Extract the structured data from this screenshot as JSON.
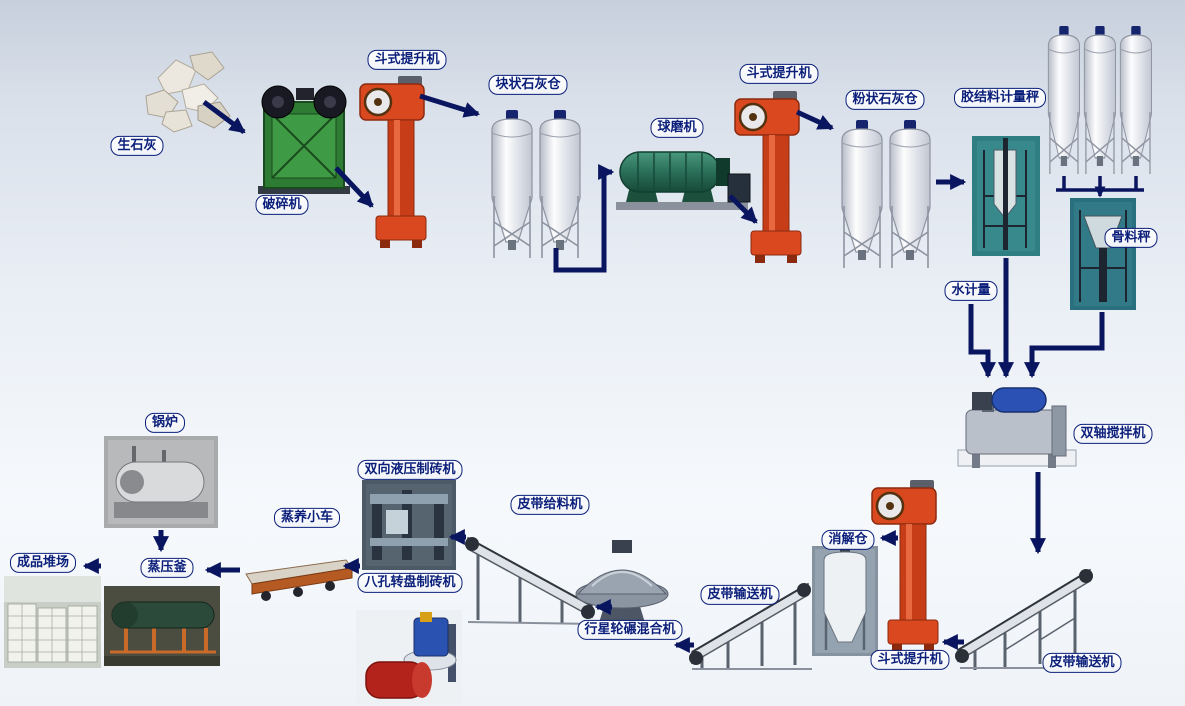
{
  "diagram": {
    "type": "process-flow",
    "language": "zh-CN"
  },
  "nodes": [
    {
      "id": "quicklime",
      "label": "生石灰"
    },
    {
      "id": "jaw-crusher",
      "label": "破碎机"
    },
    {
      "id": "bucket-elevator-1",
      "label": "斗式提升机"
    },
    {
      "id": "lump-lime-silo",
      "label": "块状石灰仓"
    },
    {
      "id": "ball-mill",
      "label": "球磨机"
    },
    {
      "id": "bucket-elevator-2",
      "label": "斗式提升机"
    },
    {
      "id": "powder-lime-silo",
      "label": "粉状石灰仓"
    },
    {
      "id": "binder-weigher",
      "label": "胶结料计量秤"
    },
    {
      "id": "aggregate-weigher",
      "label": "骨料秤"
    },
    {
      "id": "water-meter",
      "label": "水计量"
    },
    {
      "id": "twin-shaft-mixer",
      "label": "双轴搅拌机"
    },
    {
      "id": "belt-conveyor-1",
      "label": "皮带输送机"
    },
    {
      "id": "bucket-elevator-3",
      "label": "斗式提升机"
    },
    {
      "id": "digestion-silo",
      "label": "消解仓"
    },
    {
      "id": "belt-conveyor-2",
      "label": "皮带输送机"
    },
    {
      "id": "planetary-mixer",
      "label": "行星轮碾混合机"
    },
    {
      "id": "belt-feeder",
      "label": "皮带给料机"
    },
    {
      "id": "hydraulic-brick-press",
      "label": "双向液压制砖机"
    },
    {
      "id": "rotary-brick-press",
      "label": "八孔转盘制砖机"
    },
    {
      "id": "curing-cart",
      "label": "蒸养小车"
    },
    {
      "id": "autoclave",
      "label": "蒸压釜"
    },
    {
      "id": "boiler",
      "label": "锅炉"
    },
    {
      "id": "product-yard",
      "label": "成品堆场"
    }
  ],
  "flows": [
    {
      "from": "quicklime",
      "to": "jaw-crusher"
    },
    {
      "from": "jaw-crusher",
      "to": "bucket-elevator-1"
    },
    {
      "from": "bucket-elevator-1",
      "to": "lump-lime-silo"
    },
    {
      "from": "lump-lime-silo",
      "to": "ball-mill"
    },
    {
      "from": "ball-mill",
      "to": "bucket-elevator-2"
    },
    {
      "from": "bucket-elevator-2",
      "to": "powder-lime-silo"
    },
    {
      "from": "powder-lime-silo",
      "to": "binder-weigher"
    },
    {
      "from": "binder-weigher",
      "to": "twin-shaft-mixer"
    },
    {
      "from": "water-meter",
      "to": "twin-shaft-mixer"
    },
    {
      "from": "aggregate-weigher",
      "to": "twin-shaft-mixer"
    },
    {
      "from": "twin-shaft-mixer",
      "to": "belt-conveyor-1"
    },
    {
      "from": "belt-conveyor-1",
      "to": "bucket-elevator-3"
    },
    {
      "from": "bucket-elevator-3",
      "to": "digestion-silo"
    },
    {
      "from": "digestion-silo",
      "to": "belt-conveyor-2"
    },
    {
      "from": "belt-conveyor-2",
      "to": "planetary-mixer"
    },
    {
      "from": "planetary-mixer",
      "to": "belt-feeder"
    },
    {
      "from": "belt-feeder",
      "to": "hydraulic-brick-press"
    },
    {
      "from": "hydraulic-brick-press",
      "to": "curing-cart"
    },
    {
      "from": "curing-cart",
      "to": "autoclave"
    },
    {
      "from": "boiler",
      "to": "autoclave"
    },
    {
      "from": "autoclave",
      "to": "product-yard"
    }
  ],
  "palette": {
    "arrow": "#0a1560",
    "label_border": "#0b1f7a",
    "label_text": "#0b1f7a",
    "elevator_orange": "#d9481f",
    "crusher_green": "#2e7c33",
    "mill_teal": "#2a6e58",
    "silo_body": "#eef0f4",
    "background_top": "#c6cfdc",
    "background_bottom": "#f4f7fa"
  }
}
